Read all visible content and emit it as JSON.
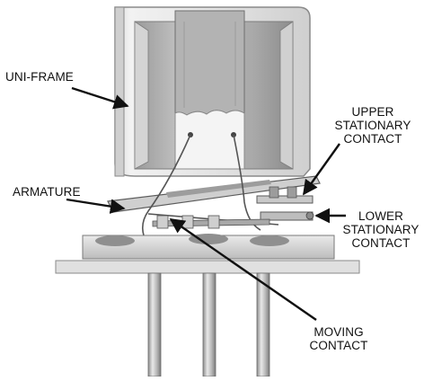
{
  "labels": {
    "uni_frame": "UNI-FRAME",
    "armature": "ARMATURE",
    "upper_stationary_contact": [
      "UPPER",
      "STATIONARY",
      "CONTACT"
    ],
    "lower_stationary_contact": [
      "LOWER",
      "STATIONARY",
      "CONTACT"
    ],
    "moving_contact": [
      "MOVING",
      "CONTACT"
    ]
  },
  "colors": {
    "background": "#ffffff",
    "text": "#111111",
    "arrow": "#111111",
    "metal_light": "#e6e6e6",
    "metal_mid": "#bdbdbd",
    "metal_dark": "#6e6e6e"
  }
}
